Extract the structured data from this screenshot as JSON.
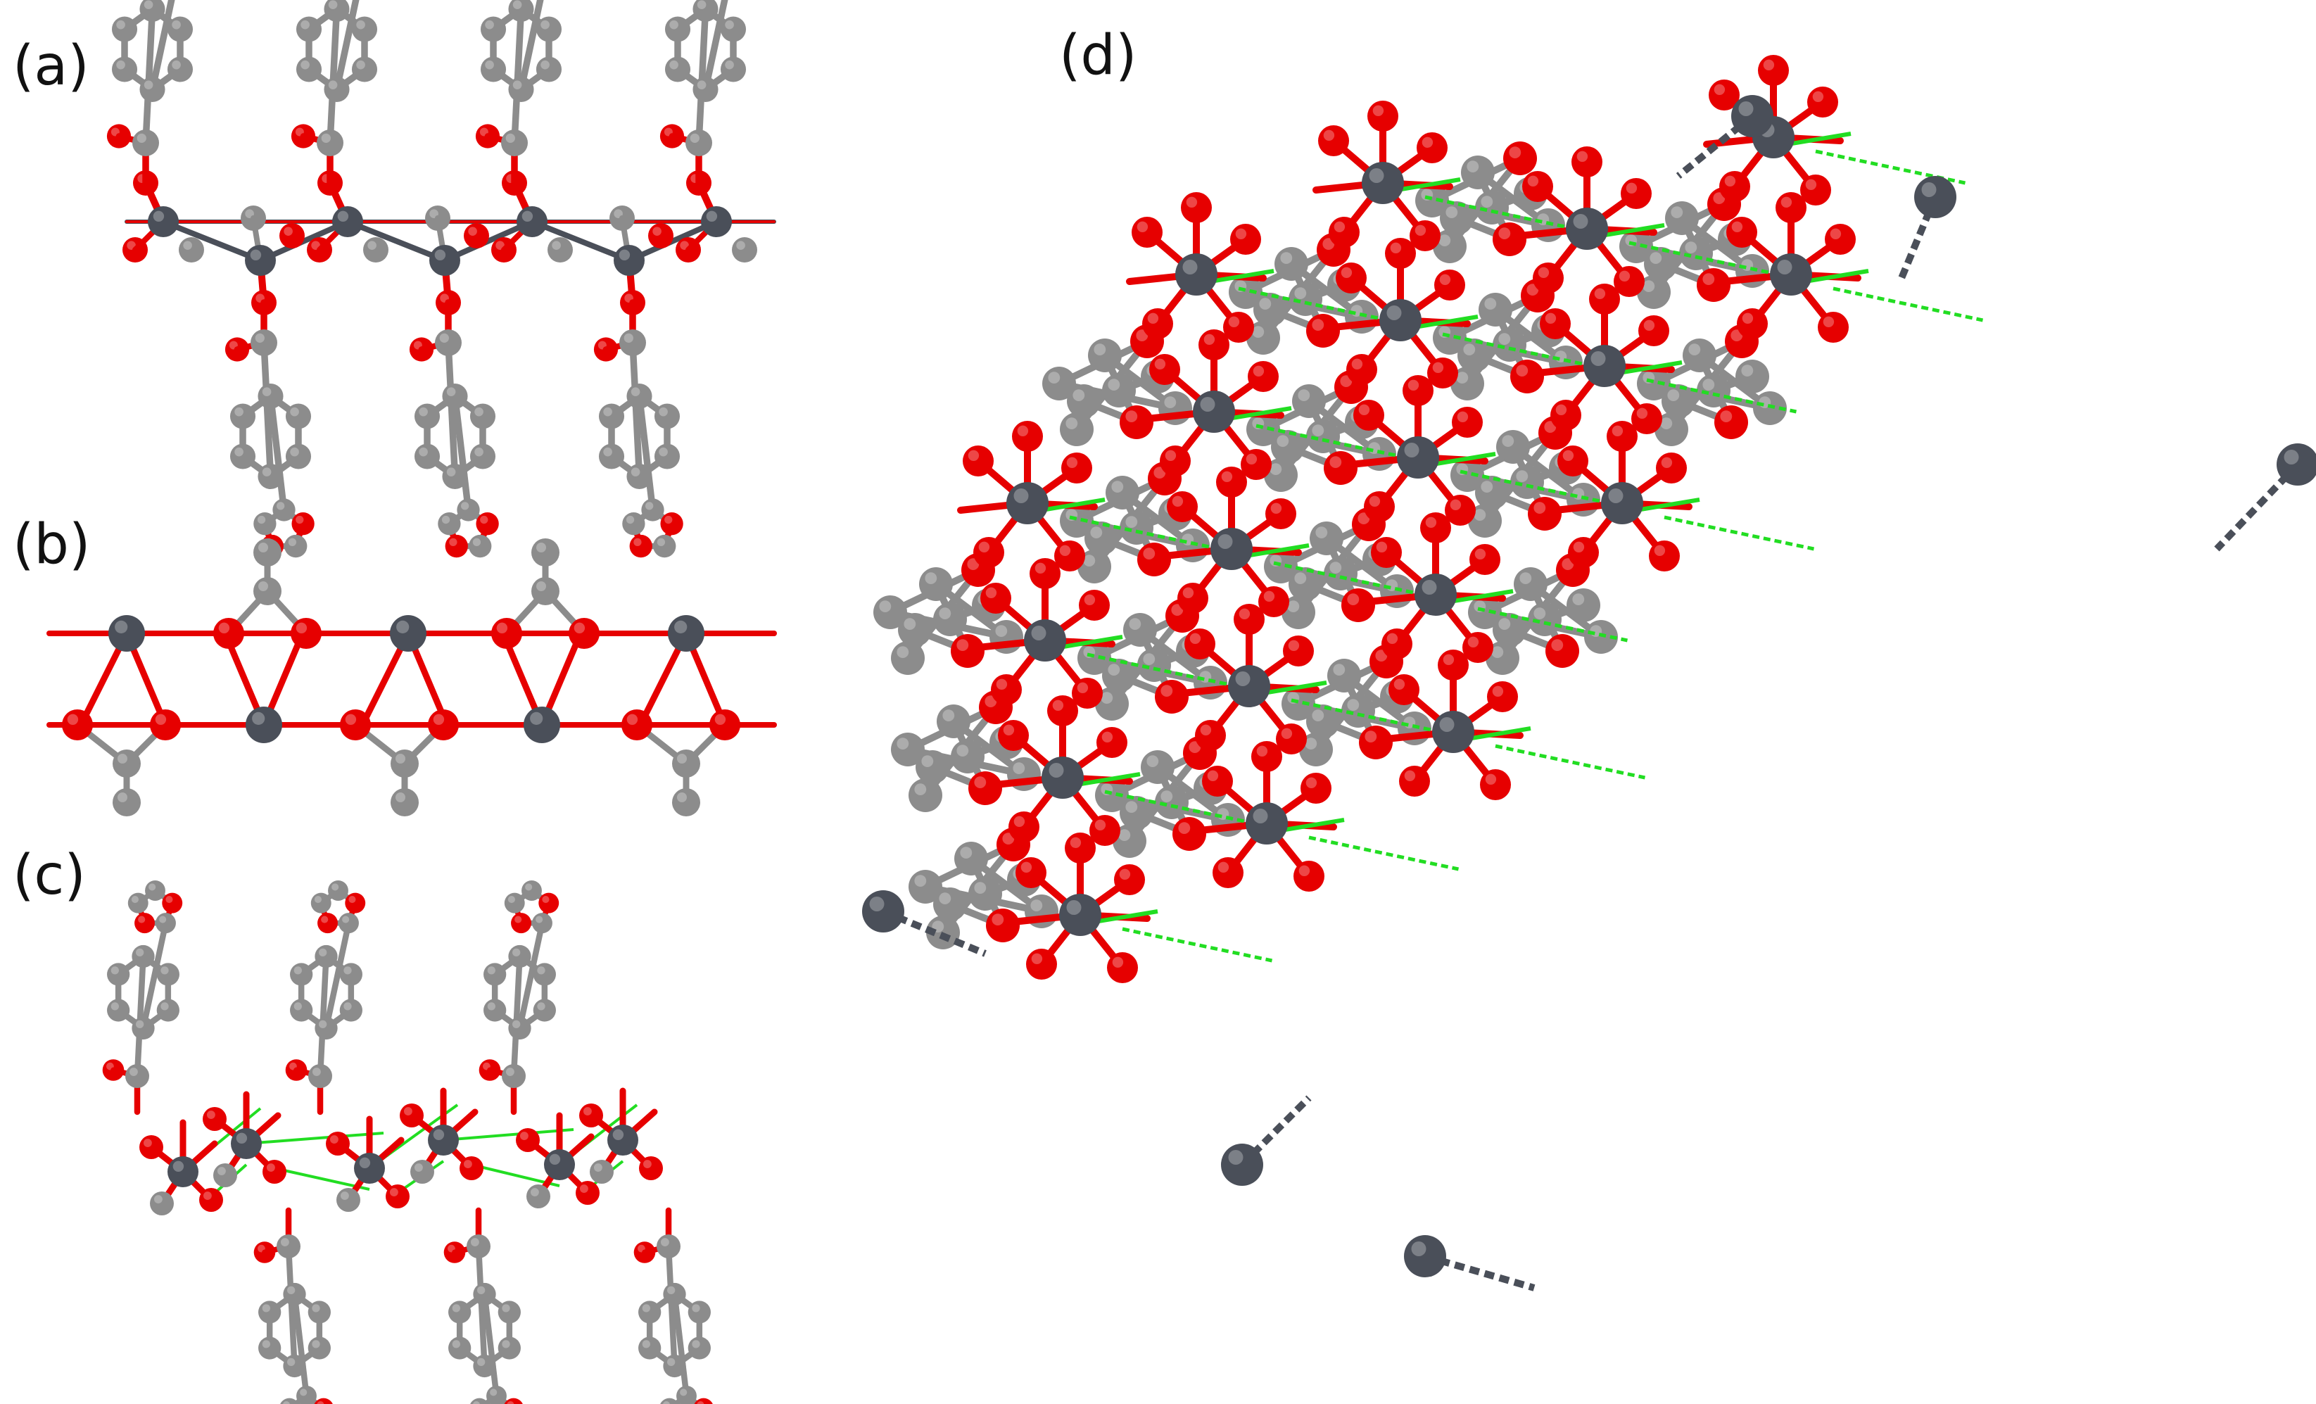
{
  "figure": {
    "panels": [
      {
        "id": "a",
        "label": "(a)"
      },
      {
        "id": "b",
        "label": "(b)"
      },
      {
        "id": "c",
        "label": "(c)"
      },
      {
        "id": "d",
        "label": "(d)"
      }
    ],
    "colors": {
      "metal_atom": "#4a4f59",
      "oxygen_atom": "#e60000",
      "carbon_atom": "#8c8c8c",
      "bond_o": "#e60000",
      "bond_m": "#4a4f59",
      "hydrogen_bond": "#22dd22",
      "background": "#ffffff"
    }
  }
}
